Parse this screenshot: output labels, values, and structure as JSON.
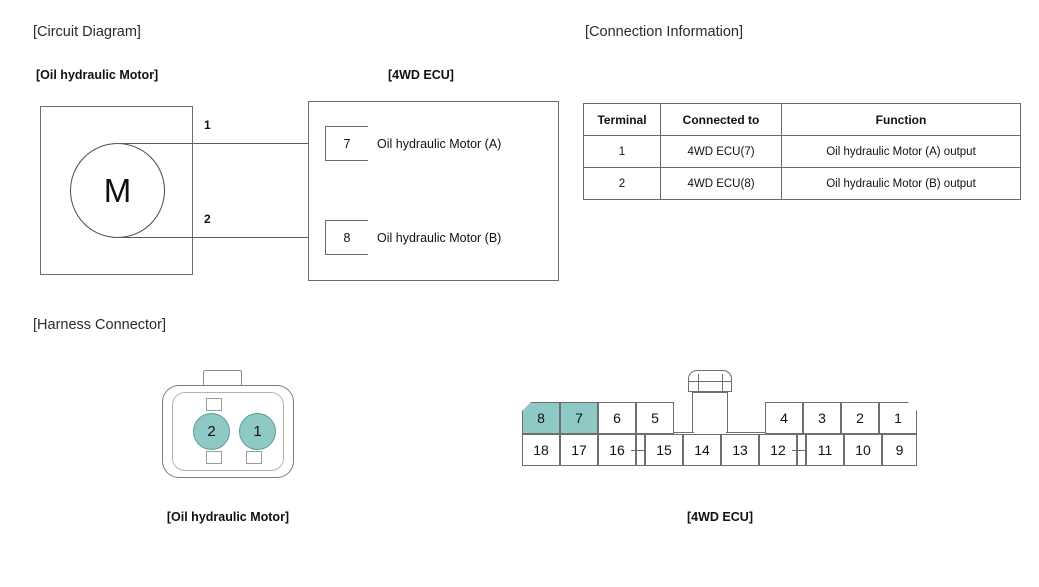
{
  "sections": {
    "circuit_diagram_title": "[Circuit Diagram]",
    "connection_information_title": "[Connection Information]",
    "harness_connector_title": "[Harness Connector]"
  },
  "circuit": {
    "motor_group_label": "[Oil hydraulic Motor]",
    "ecu_group_label": "[4WD ECU]",
    "motor_symbol": "M",
    "wire_numbers": [
      "1",
      "2"
    ],
    "ecu_pins": [
      {
        "number": "7",
        "label": "Oil hydraulic Motor (A)"
      },
      {
        "number": "8",
        "label": "Oil hydraulic Motor (B)"
      }
    ]
  },
  "connection_table": {
    "headers": [
      "Terminal",
      "Connected to",
      "Function"
    ],
    "rows": [
      [
        "1",
        "4WD ECU(7)",
        "Oil hydraulic Motor (A) output"
      ],
      [
        "2",
        "4WD ECU(8)",
        "Oil hydraulic Motor (B) output"
      ]
    ]
  },
  "harness": {
    "motor_connector": {
      "caption": "[Oil hydraulic Motor]",
      "pins": [
        "2",
        "1"
      ],
      "pin_color": "#8fc9c5"
    },
    "ecu_connector": {
      "caption": "[4WD ECU]",
      "top_row_left": [
        "8",
        "7",
        "6",
        "5"
      ],
      "top_row_right": [
        "4",
        "3",
        "2",
        "1"
      ],
      "bottom_row": [
        "18",
        "17",
        "16",
        "15",
        "14",
        "13",
        "12",
        "11",
        "10",
        "9"
      ],
      "highlighted_terminals": [
        "8",
        "7"
      ],
      "highlight_color": "#8fc9c5"
    }
  },
  "colors": {
    "line": "#6e6e6e",
    "teal": "#8fc9c5",
    "text": "#111111",
    "background": "#ffffff"
  }
}
